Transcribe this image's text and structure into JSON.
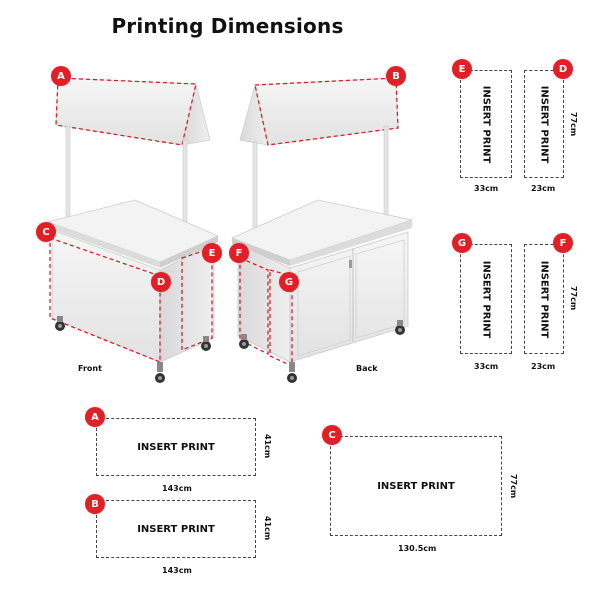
{
  "title": "Printing Dimensions",
  "insert_label": "INSERT PRINT",
  "captions": {
    "front": "Front",
    "back": "Back"
  },
  "badges": [
    "A",
    "B",
    "C",
    "D",
    "E",
    "F",
    "G"
  ],
  "panels": {
    "E": {
      "badge": "E",
      "width": "33cm"
    },
    "D": {
      "badge": "D",
      "width": "23cm",
      "height": "77cm"
    },
    "G": {
      "badge": "G",
      "width": "33cm"
    },
    "F": {
      "badge": "F",
      "width": "23cm",
      "height": "77cm"
    },
    "A": {
      "badge": "A",
      "width": "143cm",
      "height": "41cm"
    },
    "B": {
      "badge": "B",
      "width": "143cm",
      "height": "41cm"
    },
    "C": {
      "badge": "C",
      "width": "130.5cm",
      "height": "77cm"
    }
  },
  "colors": {
    "badge": "#e01f26",
    "dash_red": "#d81f26",
    "dash_dark": "#444444",
    "cart": "#eeeeee"
  }
}
